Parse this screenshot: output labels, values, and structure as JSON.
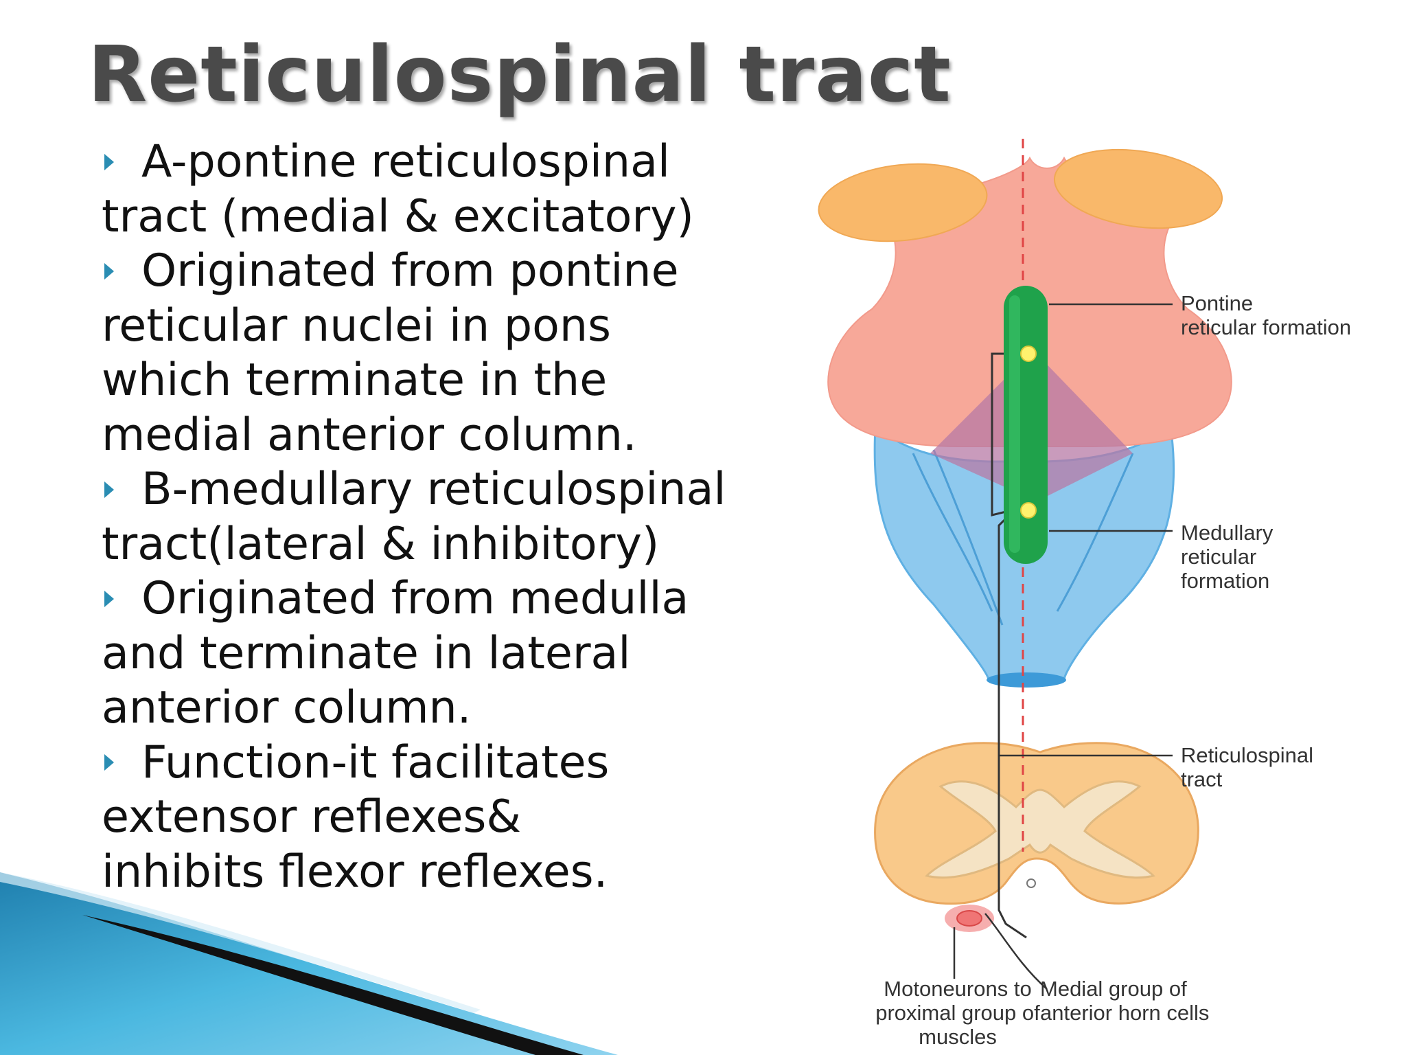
{
  "title": "Reticulospinal tract",
  "bullets": [
    [
      "A-pontine reticulospinal",
      "tract (medial & excitatory)"
    ],
    [
      "Originated from pontine",
      "reticular nuclei in pons",
      "which terminate in the",
      "medial anterior column."
    ],
    [
      "B-medullary reticulospinal",
      "tract(lateral & inhibitory)"
    ],
    [
      "Originated from medulla",
      "and terminate in lateral",
      "anterior column."
    ],
    [
      "Function-it facilitates",
      "extensor reflexes&",
      "inhibits flexor reflexes."
    ]
  ],
  "diagram": {
    "labels": {
      "pontine": [
        "Pontine",
        "reticular formation"
      ],
      "medullary": [
        "Medullary",
        "reticular",
        "formation"
      ],
      "tract": [
        "Reticulospinal",
        "tract"
      ],
      "motoneurons": [
        "Motoneurons to",
        "proximal group of",
        "muscles"
      ],
      "medial_group": [
        "Medial group of",
        "anterior horn cells"
      ]
    },
    "colors": {
      "pons": "#f7a899",
      "superior_lobes": "#f9b86a",
      "medulla": "#8ec9ee",
      "tract_tube": "#1fa24b",
      "midline": "#e04545",
      "spinal_cord": "#f9c98a",
      "gray_matter": "#f5e3c4"
    }
  },
  "theme": {
    "bullet_color": "#2a8db3",
    "swoosh_color": "#2e9dc8"
  }
}
